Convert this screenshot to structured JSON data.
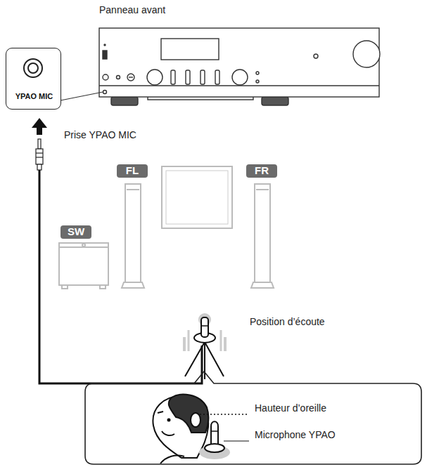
{
  "diagram": {
    "nodes": [
      {
        "text": [
          "YPAO MIC"
        ]
      },
      {
        "text": [
          "FL"
        ]
      },
      {
        "text": [
          "FR"
        ]
      },
      {
        "text": [
          "SW"
        ]
      },
      {
        "text": [
          "Hauteur d’oreille",
          "Microphone YPAO"
        ]
      }
    ],
    "labels": [
      "Panneau avant",
      "Prise YPAO MIC",
      "Position d’écoute"
    ]
  }
}
